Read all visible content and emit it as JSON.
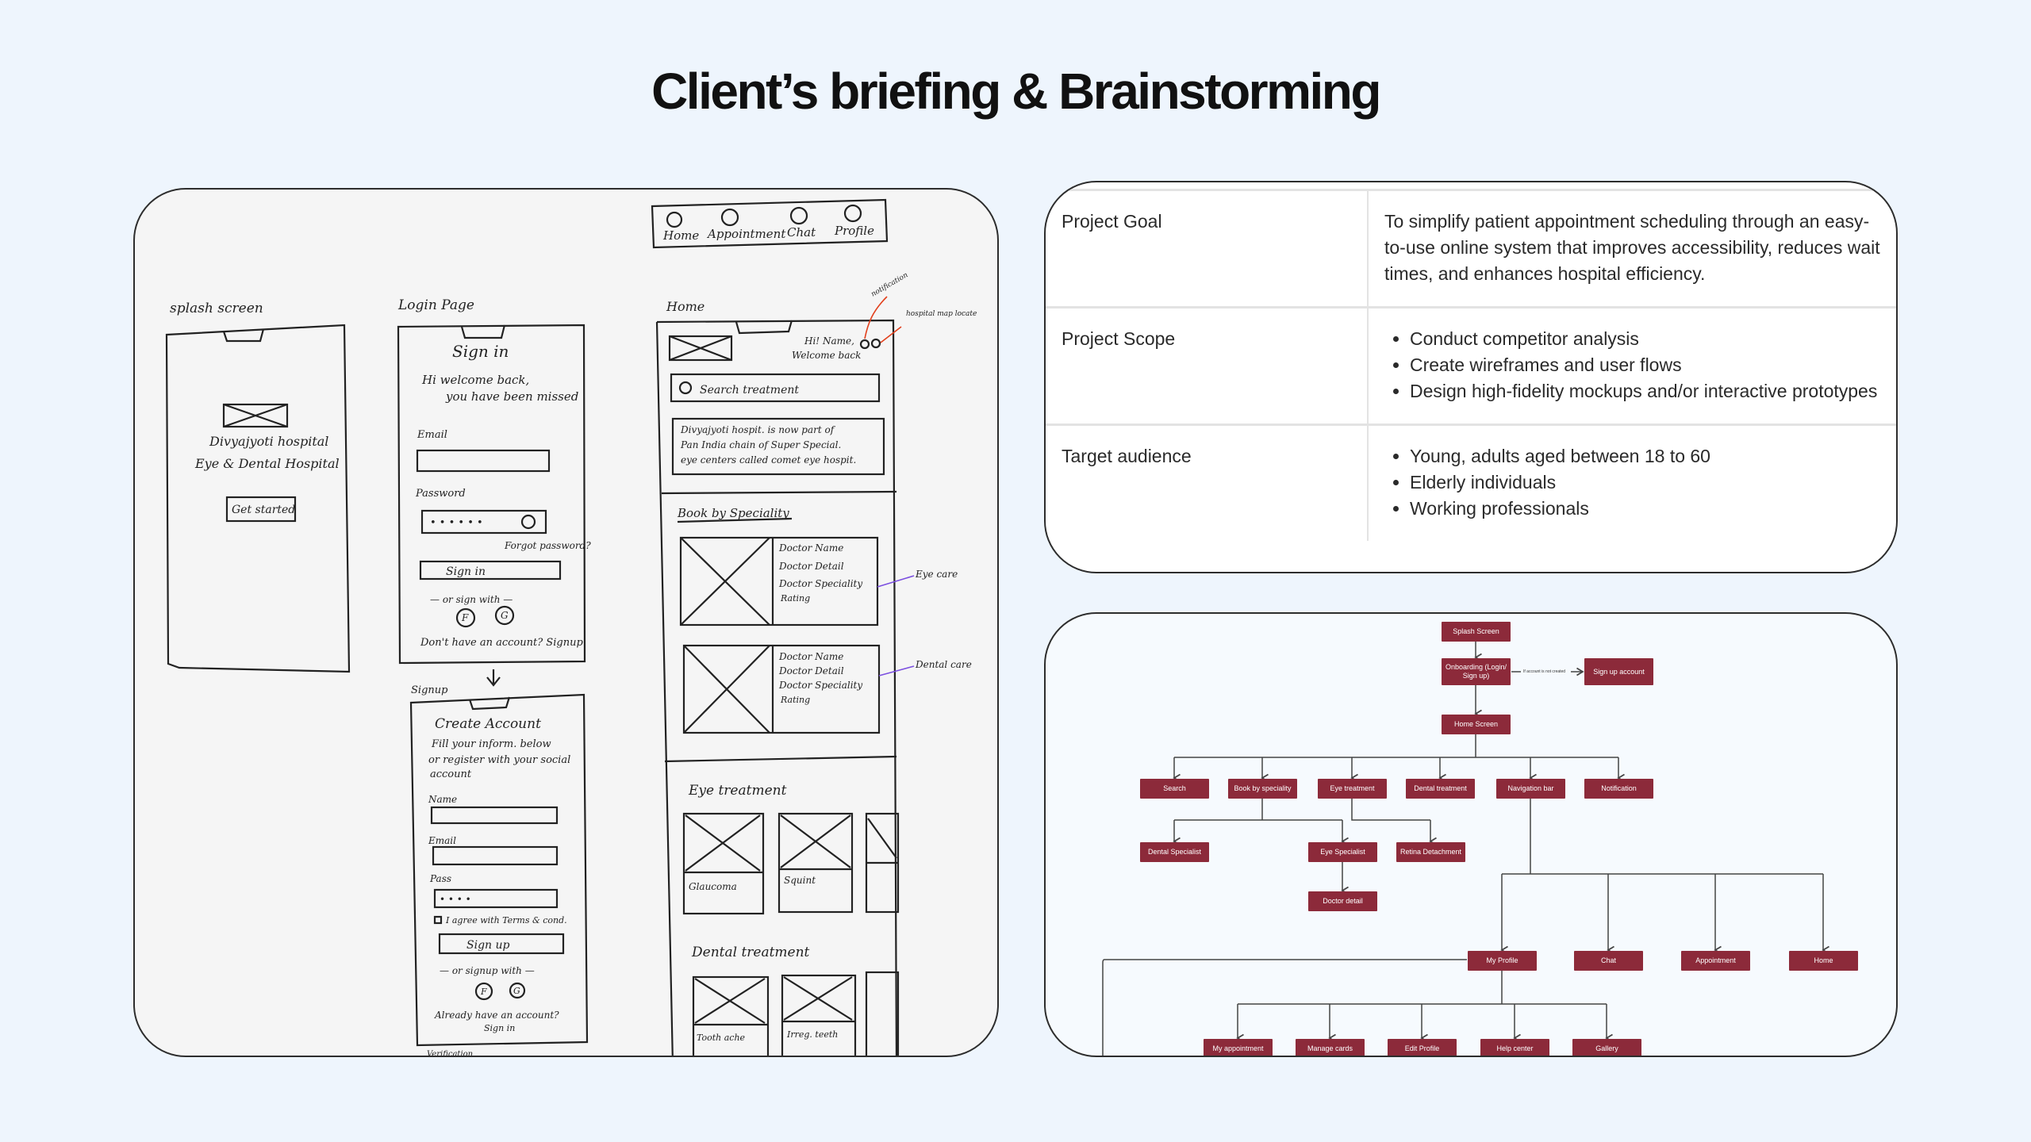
{
  "title": "Client’s briefing & Brainstorming",
  "sketch": {
    "nav_bar": [
      "Home",
      "Appointment",
      "Chat",
      "Profile"
    ],
    "splash": {
      "label": "splash screen",
      "hospital_name": "Divyajyoti hospital",
      "hospital_sub": "Eye & Dental Hospital",
      "cta": "Get started"
    },
    "login": {
      "label": "Login Page",
      "heading": "Sign in",
      "greeting_1": "Hi welcome back,",
      "greeting_2": "you have been missed",
      "email": "Email",
      "password": "Password",
      "password_value": "• • • • • •",
      "forgot": "Forgot password?",
      "button": "Sign in",
      "or": "— or sign with —",
      "social_f": "F",
      "social_g": "G",
      "footer": "Don't have an account? Signup"
    },
    "signup": {
      "label": "Signup",
      "heading": "Create Account",
      "desc_1": "Fill your inform. below",
      "desc_2": "or register with your social",
      "desc_3": "account",
      "name": "Name",
      "email": "Email",
      "password": "Pass",
      "password_value": "• • • •",
      "agree": "I agree with Terms & cond.",
      "button": "Sign up",
      "or": "— or signup with —",
      "social_f": "F",
      "social_g": "G",
      "footer_1": "Already have an account?",
      "footer_2": "Sign in",
      "next_label": "Verification"
    },
    "home": {
      "label": "Home",
      "greeting_1": "Hi! Name,",
      "greeting_2": "Welcome back",
      "search": "Search treatment",
      "about_1": "Divyajyoti hospit. is now part of",
      "about_2": "Pan India chain of Super Special.",
      "about_3": "eye centers called comet eye hospit.",
      "book_heading": "Book by Speciality",
      "doctor_name": "Doctor Name",
      "doctor_detail": "Doctor Detail",
      "doctor_speciality": "Doctor Speciality",
      "rating": "Rating",
      "eye_heading": "Eye treatment",
      "eye_items": [
        "Glaucoma",
        "Squint"
      ],
      "dental_heading": "Dental treatment",
      "dental_items": [
        "Tooth ache",
        "Irreg. teeth"
      ]
    },
    "annotations": {
      "notification": "notification",
      "hospital_map": "hospital map locate",
      "eye_care": "Eye care",
      "dental_care": "Dental care"
    },
    "colors": {
      "annotation_red": "#e2401c",
      "annotation_purple": "#7b4fe0"
    }
  },
  "brief": {
    "rows": [
      {
        "label": "Project Goal",
        "text": "To simplify patient appointment scheduling through an easy-to-use online system that improves accessibility, reduces wait times, and enhances hospital efficiency."
      },
      {
        "label": "Project Scope",
        "items": [
          "Conduct competitor analysis",
          "Create wireframes and user flows",
          "Design high-fidelity mockups and/or interactive prototypes"
        ]
      },
      {
        "label": "Target audience",
        "items": [
          "Young, adults aged between 18 to 60",
          "Elderly individuals",
          "Working professionals"
        ]
      }
    ]
  },
  "flow": {
    "node_color": "#8c2a3a",
    "edge_label": "If account is not created",
    "nodes": {
      "splash": "Splash Screen",
      "onboarding": "Onboarding (Login/ Sign up)",
      "signup": "Sign up account",
      "home_screen": "Home Screen",
      "search": "Search",
      "book": "Book by speciality",
      "eye_treatment": "Eye treatment",
      "dental_treatment": "Dental treatment",
      "nav_bar": "Navigation bar",
      "notification": "Notification",
      "dental_specialist": "Dental Specialist",
      "eye_specialist": "Eye Specialist",
      "retina": "Retina Detachment",
      "doctor_detail": "Doctor detail",
      "my_profile": "My Profile",
      "chat": "Chat",
      "appointment": "Appointment",
      "home": "Home",
      "my_appointment": "My appointment",
      "manage_cards": "Manage cards",
      "edit_profile": "Edit Profile",
      "help_center": "Help center",
      "gallery": "Gallery"
    }
  }
}
